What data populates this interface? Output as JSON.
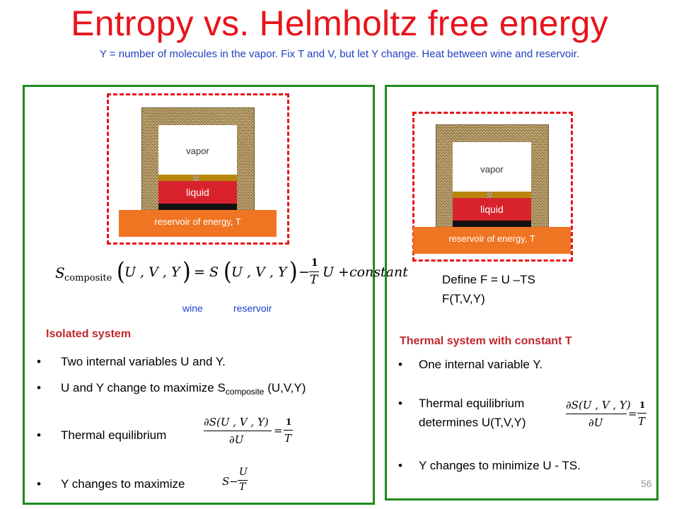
{
  "title": "Entropy vs. Helmholtz free energy",
  "subtitle": "Y = number of molecules in the vapor. Fix T and V, but let Y change.  Heat between wine and reservoir.",
  "diagram": {
    "vapor_label": "vapor",
    "liquid_label": "liquid",
    "reservoir_label": "reservoir of energy, T"
  },
  "left_panel": {
    "equation": {
      "S": "S",
      "composite": "composite",
      "args": "U , V , Y",
      "eq": "= S",
      "args2": "U , V , Y",
      "minus": "−",
      "one": "1",
      "T": "T",
      "tail": "U +constant"
    },
    "labels": {
      "wine": "wine",
      "reservoir": "reservoir"
    },
    "heading": "Isolated system",
    "bullets": {
      "b1": "Two internal variables U and Y.",
      "b2_pre": "U and Y change to maximize S",
      "b2_sub": "composite",
      "b2_post": " (U,V,Y)",
      "b3": "Thermal equilibrium",
      "b4": "Y changes to maximize"
    },
    "deriv": {
      "num": "∂S(U , V , Y)",
      "den": "∂U",
      "eq": "=",
      "one": "1",
      "T": "T"
    },
    "maxexpr": {
      "S": "S−",
      "U": "U",
      "T": "T"
    }
  },
  "right_panel": {
    "define_line1": "Define F = U –TS",
    "define_line2": "F(T,V,Y)",
    "heading": "Thermal system with constant T",
    "bullets": {
      "b1": "One internal variable Y.",
      "b2a": "Thermal equilibrium",
      "b2b": "determines U(T,V,Y)",
      "b3": "Y changes to minimize U - TS."
    },
    "deriv": {
      "num": "∂S(U , V , Y)",
      "den": "∂U",
      "eq": "=",
      "one": "1",
      "T": "T"
    }
  },
  "page_number": "56",
  "bullet_char": "•"
}
